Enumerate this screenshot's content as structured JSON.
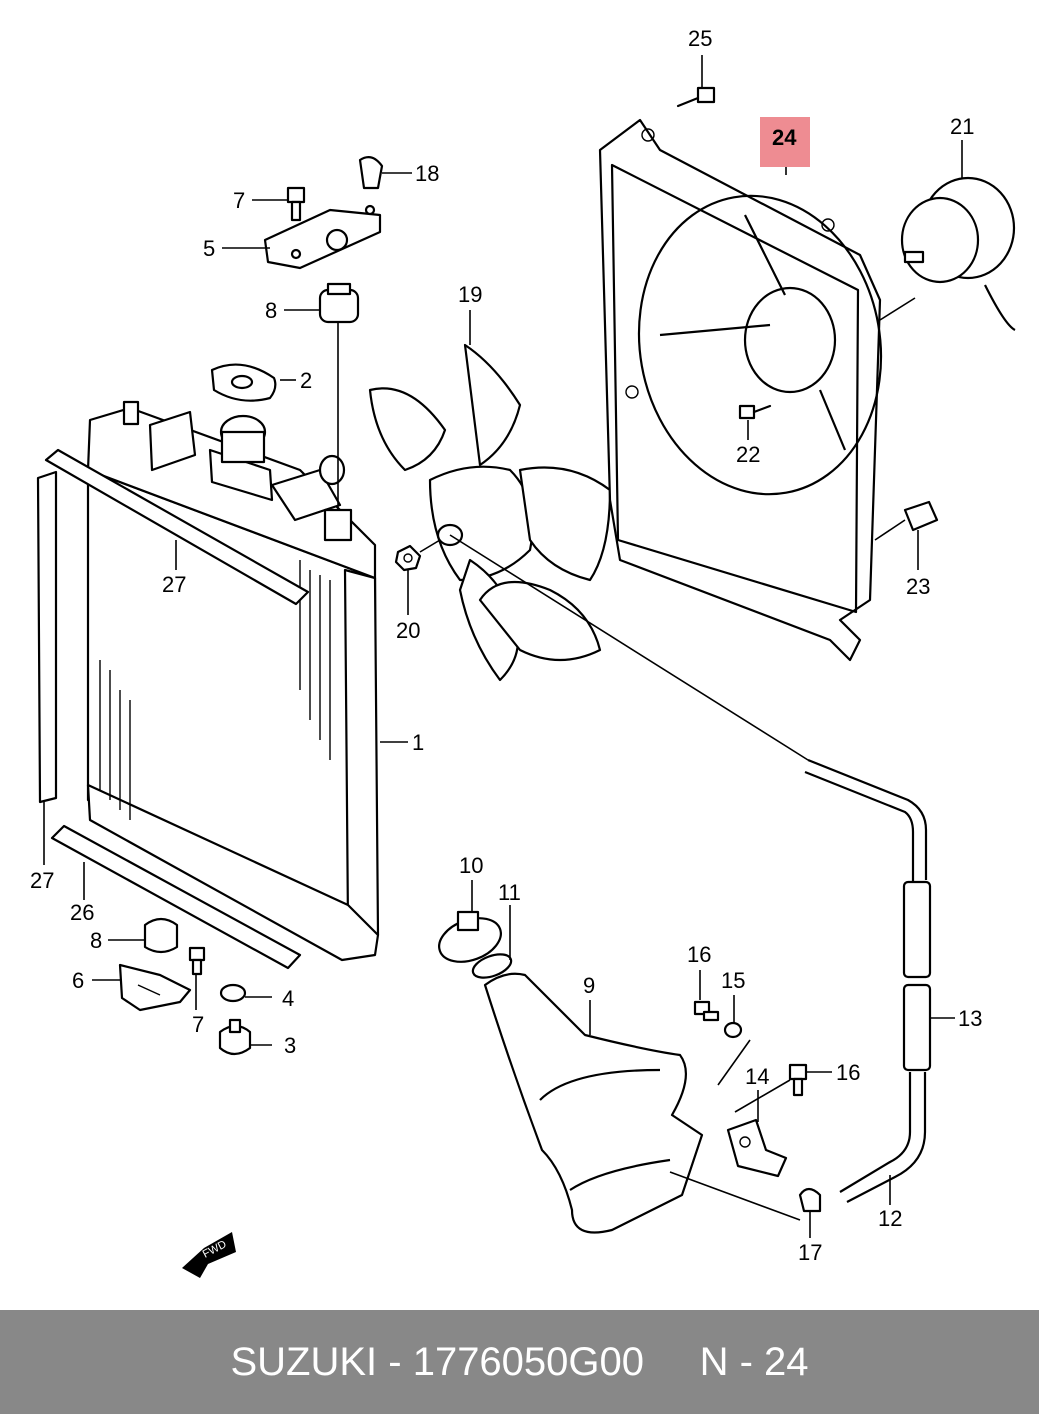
{
  "diagram": {
    "callouts": {
      "c1": "1",
      "c2": "2",
      "c3": "3",
      "c4": "4",
      "c5": "5",
      "c6": "6",
      "c7a": "7",
      "c7b": "7",
      "c8a": "8",
      "c8b": "8",
      "c9": "9",
      "c10": "10",
      "c11": "11",
      "c12": "12",
      "c13": "13",
      "c14": "14",
      "c15": "15",
      "c16a": "16",
      "c16b": "16",
      "c17": "17",
      "c18": "18",
      "c19": "19",
      "c20": "20",
      "c21": "21",
      "c22": "22",
      "c23": "23",
      "c24": "24",
      "c25": "25",
      "c26": "26",
      "c27a": "27",
      "c27b": "27"
    },
    "highlighted_part": "24",
    "orientation_arrow_label": "FWD"
  },
  "footer": {
    "caption": "SUZUKI - 1776050G00     N - 24"
  },
  "colors": {
    "highlight": "#ee8c92",
    "footer_background": "#888888",
    "footer_text": "#ffffff"
  }
}
